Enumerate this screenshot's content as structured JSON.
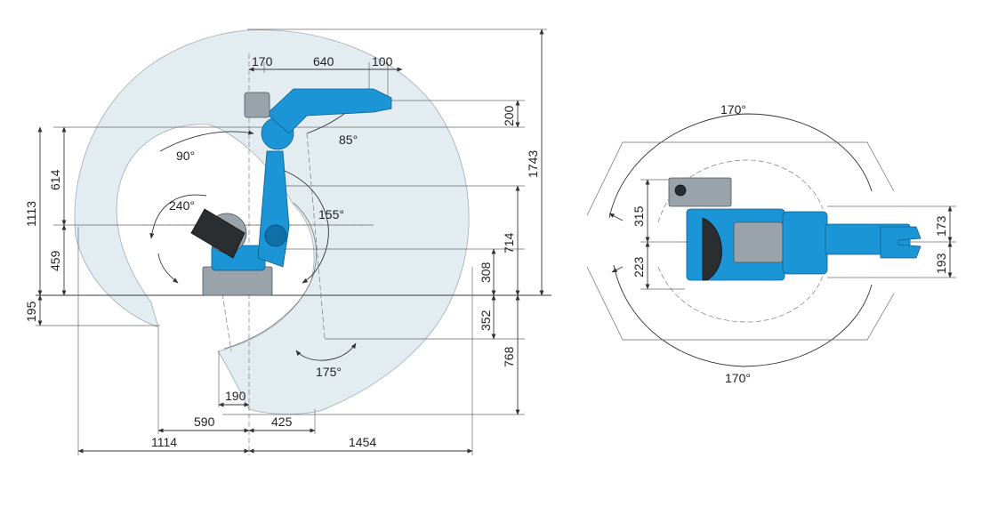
{
  "side_view": {
    "dims_top": [
      "170",
      "640",
      "100"
    ],
    "dim_200": "200",
    "dim_1743": "1743",
    "dims_left_outer": [
      "1113",
      "195"
    ],
    "dims_left_inner": [
      "614",
      "459"
    ],
    "dims_right": [
      "714",
      "308",
      "352",
      "768"
    ],
    "dims_bottom_row1": [
      "190"
    ],
    "dims_bottom_row2": [
      "590",
      "425"
    ],
    "dims_bottom_row3": [
      "1114",
      "1454"
    ],
    "angles": [
      "90°",
      "85°",
      "240°",
      "155°",
      "175°"
    ]
  },
  "top_view": {
    "angle_top": "170°",
    "angle_bottom": "170°",
    "dims_left": [
      "315",
      "223"
    ],
    "dims_right": [
      "173",
      "193"
    ]
  },
  "colors": {
    "robot_blue": "#1c95d6",
    "envelope": "#dfe9ef"
  }
}
